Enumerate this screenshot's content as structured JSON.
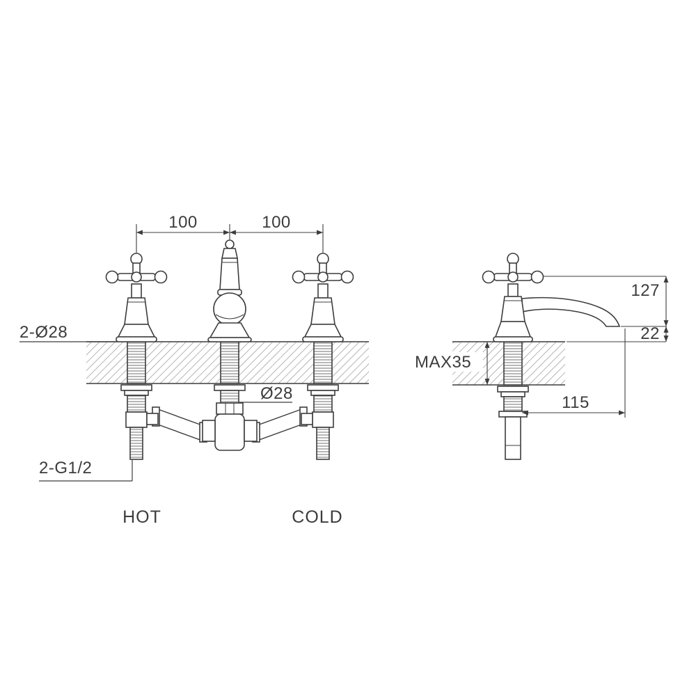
{
  "colors": {
    "line": "#3c3c3c",
    "hatch": "#8d8d8d",
    "background": "#ffffff"
  },
  "front_view": {
    "dimensions": {
      "hole_spacing_left": "100",
      "hole_spacing_right": "100"
    },
    "labels": {
      "valve_holes": "2-Ø28",
      "spout_hole": "Ø28",
      "inlet_threads": "2-G1/2",
      "hot": "HOT",
      "cold": "COLD"
    }
  },
  "side_view": {
    "dimensions": {
      "spout_height": "127",
      "spout_clearance": "22",
      "max_deck_thickness": "MAX35",
      "spout_reach": "115"
    }
  }
}
